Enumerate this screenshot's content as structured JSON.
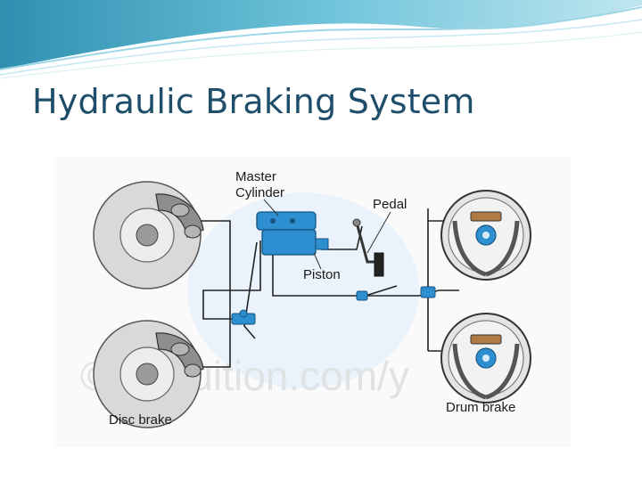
{
  "slide": {
    "title": "Hydraulic Braking System"
  },
  "diagram": {
    "labels": {
      "master_cylinder_line1": "Master",
      "master_cylinder_line2": "Cylinder",
      "pedal": "Pedal",
      "piston": "Piston",
      "disc_brake": "Disc brake",
      "drum_brake": "Drum brake"
    },
    "watermark": "©tutetuition.com/y"
  },
  "colors": {
    "title": "#1f4e6b",
    "hydraulic_blue": "#2d8fd0",
    "line": "#222222",
    "disc_gray": "#c9c9c9"
  }
}
